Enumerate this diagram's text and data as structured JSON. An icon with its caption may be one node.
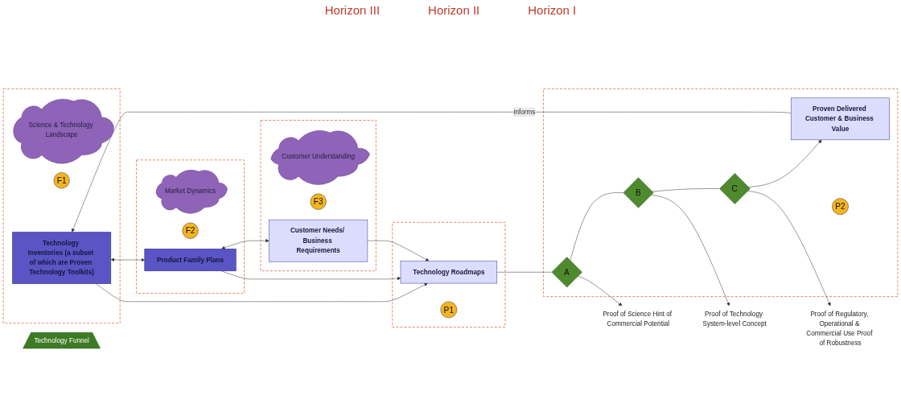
{
  "diagram": {
    "nodes": [
      {
        "text": [],
        "shape": "box"
      },
      {
        "text": [
          "Science & Technology Landscape"
        ],
        "in": 0
      },
      {
        "text": [
          "F1"
        ],
        "in": 0
      },
      {
        "text": [
          "Technology Inventories (a subset of which are Proven Technology Toolkits)"
        ],
        "in": 0
      },
      {
        "text": [],
        "shape": "box"
      },
      {
        "text": [
          "Market Dynamics"
        ],
        "in": 4
      },
      {
        "text": [
          "F2"
        ],
        "in": 4
      },
      {
        "text": [
          "Product Family Plans"
        ],
        "in": 4
      },
      {
        "text": [],
        "shape": "box"
      },
      {
        "text": [
          "Customer Understanding"
        ],
        "in": 8
      },
      {
        "text": [
          "F3"
        ],
        "in": 8
      },
      {
        "text": [
          "Customer Needs/ Business Requirements"
        ],
        "in": 8
      },
      {
        "text": [],
        "shape": "box"
      },
      {
        "text": [
          "Technology Roadmaps"
        ],
        "in": 12
      },
      {
        "text": [
          "P1"
        ],
        "in": 12
      },
      {
        "text": [],
        "shape": "box"
      },
      {
        "text": [
          "A"
        ],
        "in": 15
      },
      {
        "text": [
          "B"
        ],
        "in": 15
      },
      {
        "text": [
          "C"
        ],
        "in": 15
      },
      {
        "text": [
          "Proven Delivered Customer & Business Value"
        ],
        "in": 15
      },
      {
        "text": [
          "P2"
        ],
        "in": 15
      },
      {
        "text": [
          "Technology Funnel"
        ]
      },
      {
        "text": [
          "Proof of Science Hint of Commercial Potential"
        ]
      },
      {
        "text": [
          "Proof of Technology System-level Concept"
        ]
      },
      {
        "text": [
          "Proof of Regulatory, Operational & Commercial Use Proof of Robustness"
        ]
      }
    ],
    "edges": [
      {
        "from": 3,
        "to": 7,
        "arrow": "both"
      },
      {
        "from": 7,
        "to": 11,
        "arrow": "both"
      },
      {
        "from": 3,
        "to": 13,
        "arrow": "to"
      },
      {
        "from": 7,
        "to": 13,
        "arrow": "to"
      },
      {
        "from": 11,
        "to": 13,
        "arrow": "to"
      },
      {
        "from": 13,
        "to": 16,
        "arrow": "none"
      },
      {
        "from": 16,
        "to": 17,
        "arrow": "none"
      },
      {
        "from": 17,
        "to": 18,
        "arrow": "none"
      },
      {
        "from": 18,
        "to": 19,
        "arrow": "to"
      },
      {
        "from": 19,
        "to": 3,
        "arrow": "to",
        "label": "Informs"
      },
      {
        "from": 16,
        "to": 22,
        "arrow": "to"
      },
      {
        "from": 17,
        "to": 23,
        "arrow": "to"
      },
      {
        "from": 18,
        "to": 24,
        "arrow": "to"
      }
    ],
    "labels": [
      "Horizon III",
      "Horizon II",
      "Horizon I"
    ]
  }
}
